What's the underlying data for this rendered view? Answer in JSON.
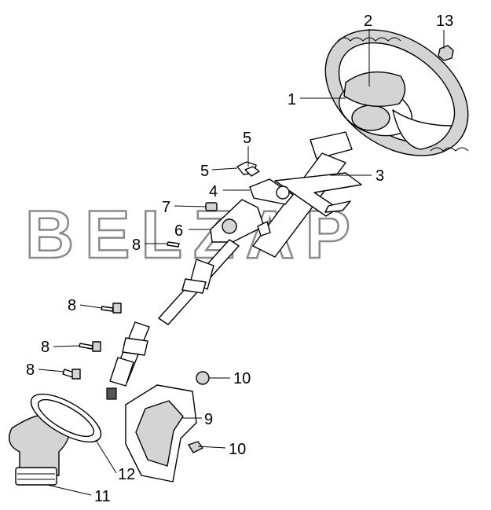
{
  "watermark": "BELZAP",
  "callouts": {
    "c1": "1",
    "c2": "2",
    "c3": "3",
    "c4": "4",
    "c5a": "5",
    "c5b": "5",
    "c6": "6",
    "c7": "7",
    "c8a": "8",
    "c8b": "8",
    "c8c": "8",
    "c8d": "8",
    "c9": "9",
    "c10a": "10",
    "c10b": "10",
    "c11": "11",
    "c12": "12",
    "c13": "13"
  }
}
